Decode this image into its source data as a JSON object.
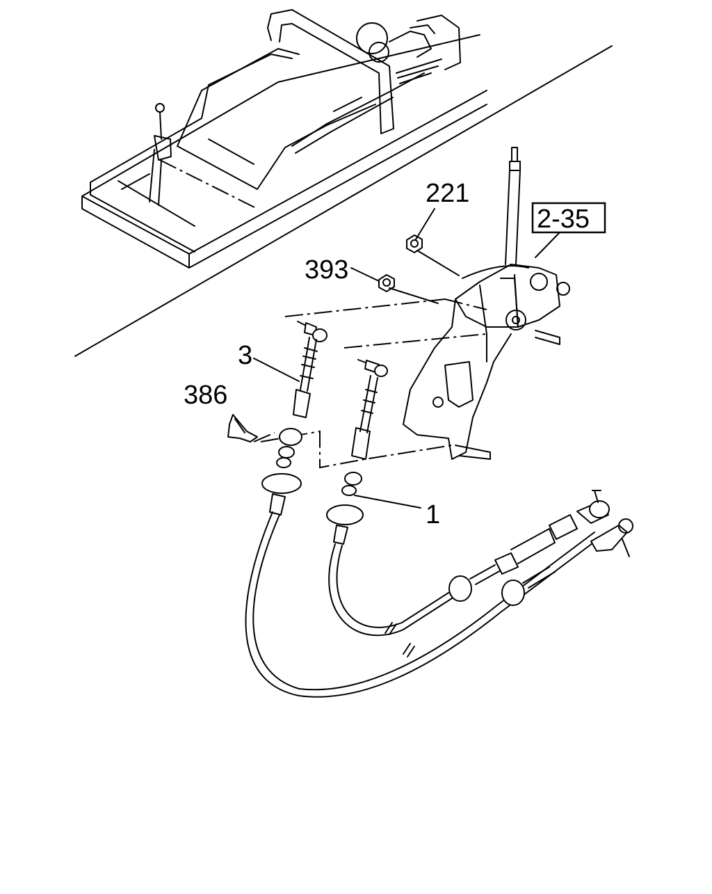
{
  "diagram": {
    "callouts": {
      "c221": "221",
      "c235": "2-35",
      "c393": "393",
      "c3": "3",
      "c386": "386",
      "c1": "1"
    }
  }
}
